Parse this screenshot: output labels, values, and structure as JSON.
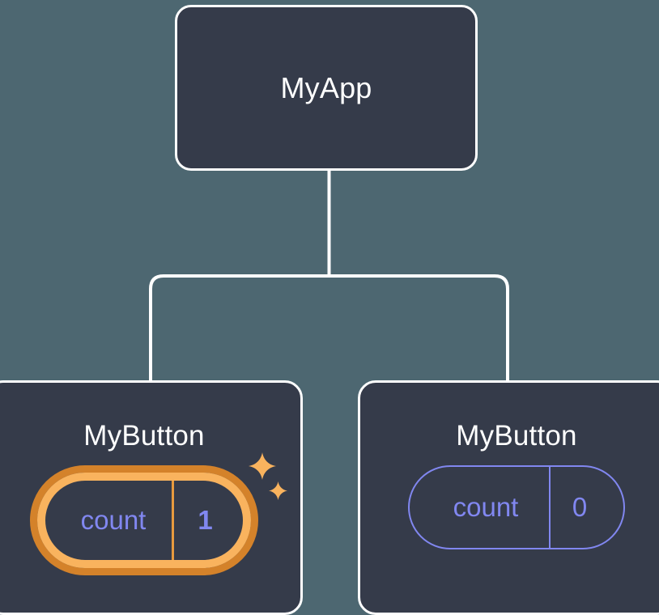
{
  "diagram": {
    "type": "component-tree",
    "title": "React component tree with state",
    "background_color": "#4d6771",
    "card_color": "#353b4a",
    "card_border_color": "#ffffff",
    "edge_color": "#ffffff",
    "state_color": "#8187f0",
    "highlight_outer_color": "#d4822a",
    "highlight_inner_color": "#f9b35e",
    "sparkle_color": "#f9b35e"
  },
  "nodes": {
    "root": {
      "label": "MyApp"
    },
    "child_left": {
      "label": "MyButton",
      "state": {
        "key": "count",
        "value": "1",
        "highlighted": true
      },
      "sparkle_big": "sparkle-icon",
      "sparkle_small": "sparkle-icon"
    },
    "child_right": {
      "label": "MyButton",
      "state": {
        "key": "count",
        "value": "0",
        "highlighted": false
      }
    }
  },
  "edges": [
    {
      "from": "root",
      "to": "child_left"
    },
    {
      "from": "root",
      "to": "child_right"
    }
  ]
}
